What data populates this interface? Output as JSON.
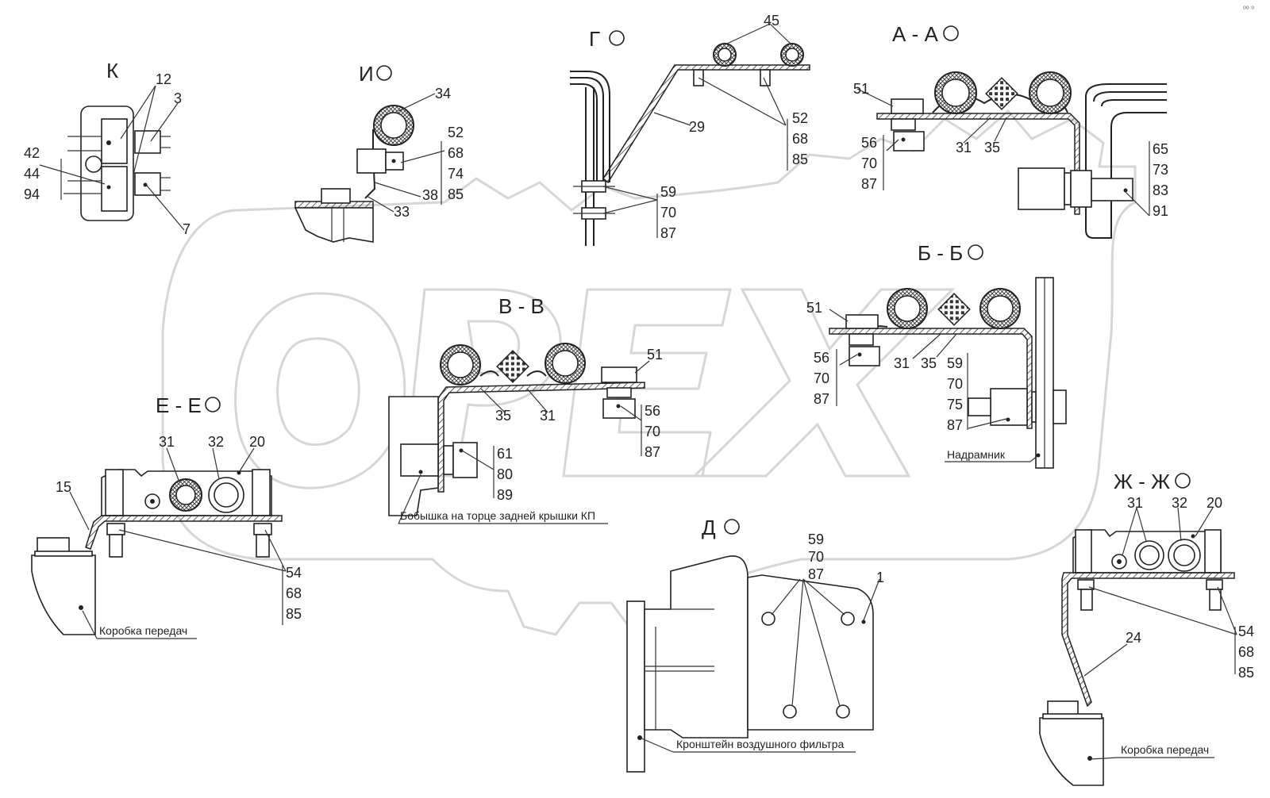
{
  "watermark": {
    "text": "OPEX",
    "color": "#d6d6d6"
  },
  "corner_mark": "ᵒᵒ ᵒ",
  "views": {
    "k": {
      "title": "К",
      "callouts": [
        "12",
        "3"
      ],
      "stack": [
        "42",
        "44",
        "94"
      ],
      "single": "7"
    },
    "i": {
      "title": "И",
      "callouts": [
        "34",
        "38",
        "33"
      ],
      "stack": [
        "52",
        "68",
        "74",
        "85"
      ]
    },
    "g": {
      "title": "Г",
      "callouts": [
        "45",
        "29"
      ],
      "stack_top": [
        "52",
        "68",
        "85"
      ],
      "stack_bottom": [
        "59",
        "70",
        "87"
      ]
    },
    "aa": {
      "title": "А - А",
      "callouts": [
        "51",
        "31",
        "35"
      ],
      "stack_left": [
        "56",
        "70",
        "87"
      ],
      "stack_right": [
        "65",
        "73",
        "83",
        "91"
      ]
    },
    "bb": {
      "title": "Б - Б",
      "callouts": [
        "51",
        "31",
        "35"
      ],
      "stack_left": [
        "56",
        "70",
        "87"
      ],
      "stack_right": [
        "59",
        "70",
        "75",
        "87"
      ],
      "caption": "Надрамник"
    },
    "vv": {
      "title": "В - В",
      "callouts": [
        "51",
        "35",
        "31"
      ],
      "stack_bolt": [
        "56",
        "70",
        "87"
      ],
      "stack_boss": [
        "61",
        "80",
        "89"
      ],
      "caption": "Бобышка на торце задней крышки КП"
    },
    "ee": {
      "title": "Е - Е",
      "callouts": [
        "31",
        "32",
        "20",
        "15"
      ],
      "stack": [
        "54",
        "68",
        "85"
      ],
      "caption": "Коробка передач"
    },
    "d": {
      "title": "Д",
      "callouts": [
        "1"
      ],
      "stack": [
        "59",
        "70",
        "87"
      ],
      "caption": "Кронштейн воздушного фильтра"
    },
    "zh": {
      "title": "Ж - Ж",
      "callouts": [
        "31",
        "32",
        "20",
        "24"
      ],
      "stack": [
        "54",
        "68",
        "85"
      ],
      "caption": "Коробка передач"
    }
  }
}
